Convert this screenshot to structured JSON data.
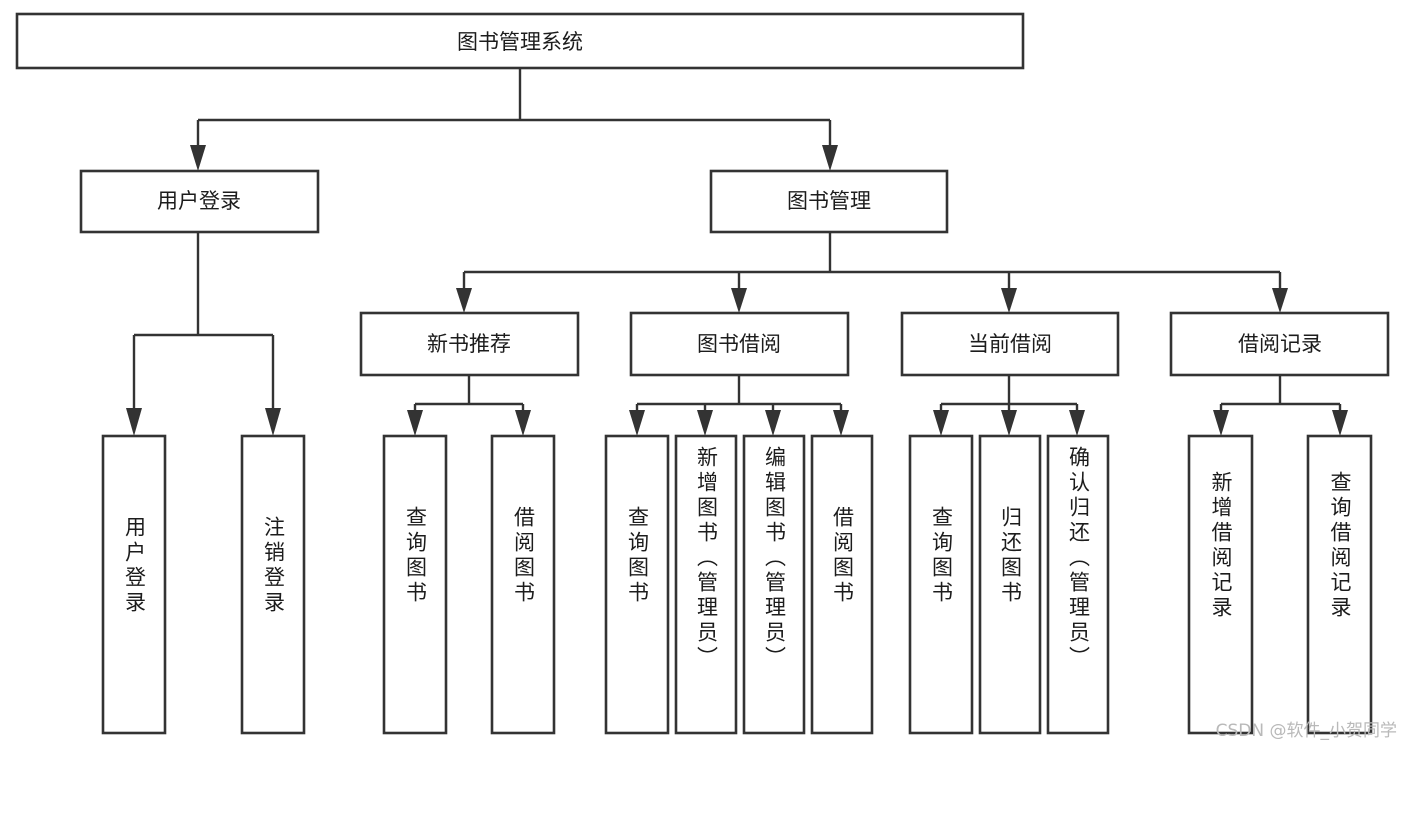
{
  "diagram": {
    "type": "tree",
    "title": "图书管理系统",
    "orientation": "top-down",
    "colors": {
      "box_stroke": "#333333",
      "box_fill": "#ffffff",
      "text": "#1c1c1c",
      "connector": "#333333",
      "watermark": "#b9b9b9",
      "background": "#ffffff"
    },
    "root": {
      "label": "图书管理系统"
    },
    "level2": [
      {
        "label": "用户登录"
      },
      {
        "label": "图书管理"
      }
    ],
    "level3": [
      {
        "label": "新书推荐"
      },
      {
        "label": "图书借阅"
      },
      {
        "label": "当前借阅"
      },
      {
        "label": "借阅记录"
      }
    ],
    "leaves": [
      {
        "label": "用户登录",
        "parent": "用户登录"
      },
      {
        "label": "注销登录",
        "parent": "用户登录"
      },
      {
        "label": "查询图书",
        "parent": "新书推荐"
      },
      {
        "label": "借阅图书",
        "parent": "新书推荐"
      },
      {
        "label": "查询图书",
        "parent": "图书借阅"
      },
      {
        "label": "新增图书（管理员）",
        "parent": "图书借阅"
      },
      {
        "label": "编辑图书（管理员）",
        "parent": "图书借阅"
      },
      {
        "label": "借阅图书",
        "parent": "图书借阅"
      },
      {
        "label": "查询图书",
        "parent": "当前借阅"
      },
      {
        "label": "归还图书",
        "parent": "当前借阅"
      },
      {
        "label": "确认归还（管理员）",
        "parent": "当前借阅"
      },
      {
        "label": "新增借阅记录",
        "parent": "借阅记录"
      },
      {
        "label": "查询借阅记录",
        "parent": "借阅记录"
      }
    ]
  },
  "watermark": {
    "text": "CSDN @软件_小贺同学"
  }
}
